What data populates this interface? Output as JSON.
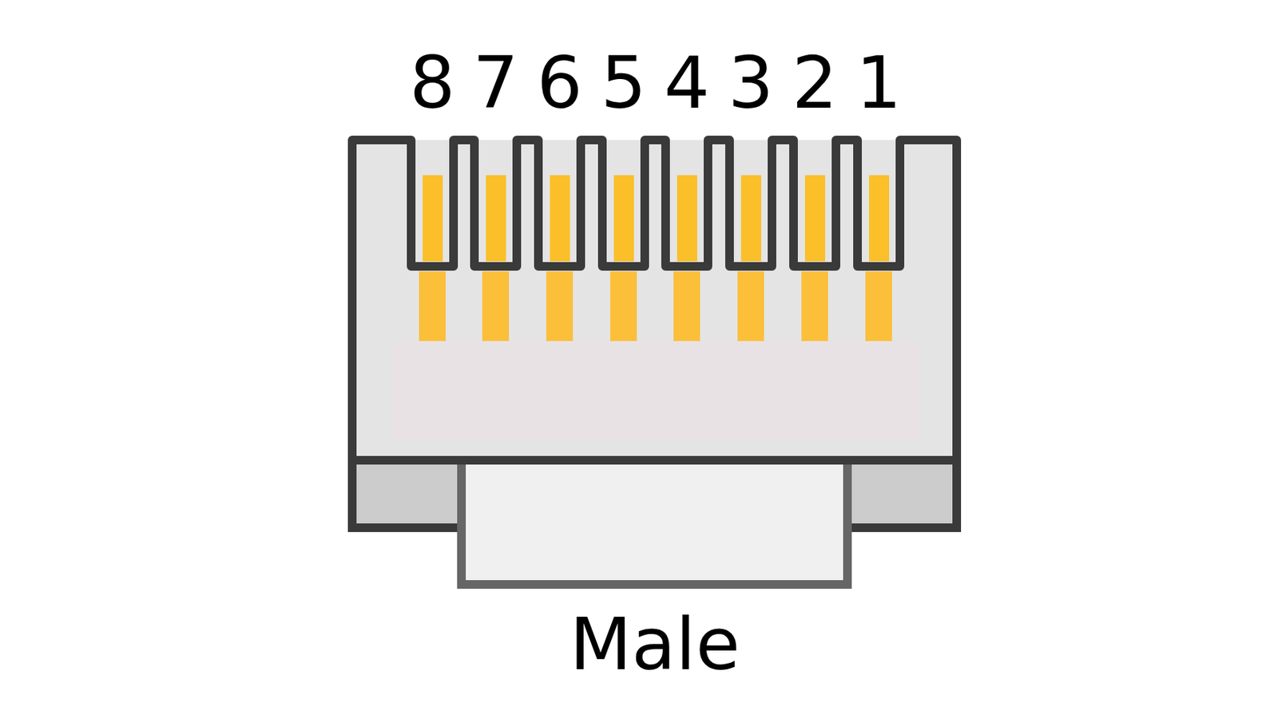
{
  "diagram": {
    "labels": [
      "8",
      "7",
      "6",
      "5",
      "4",
      "3",
      "2",
      "1",
      "Male"
    ]
  }
}
